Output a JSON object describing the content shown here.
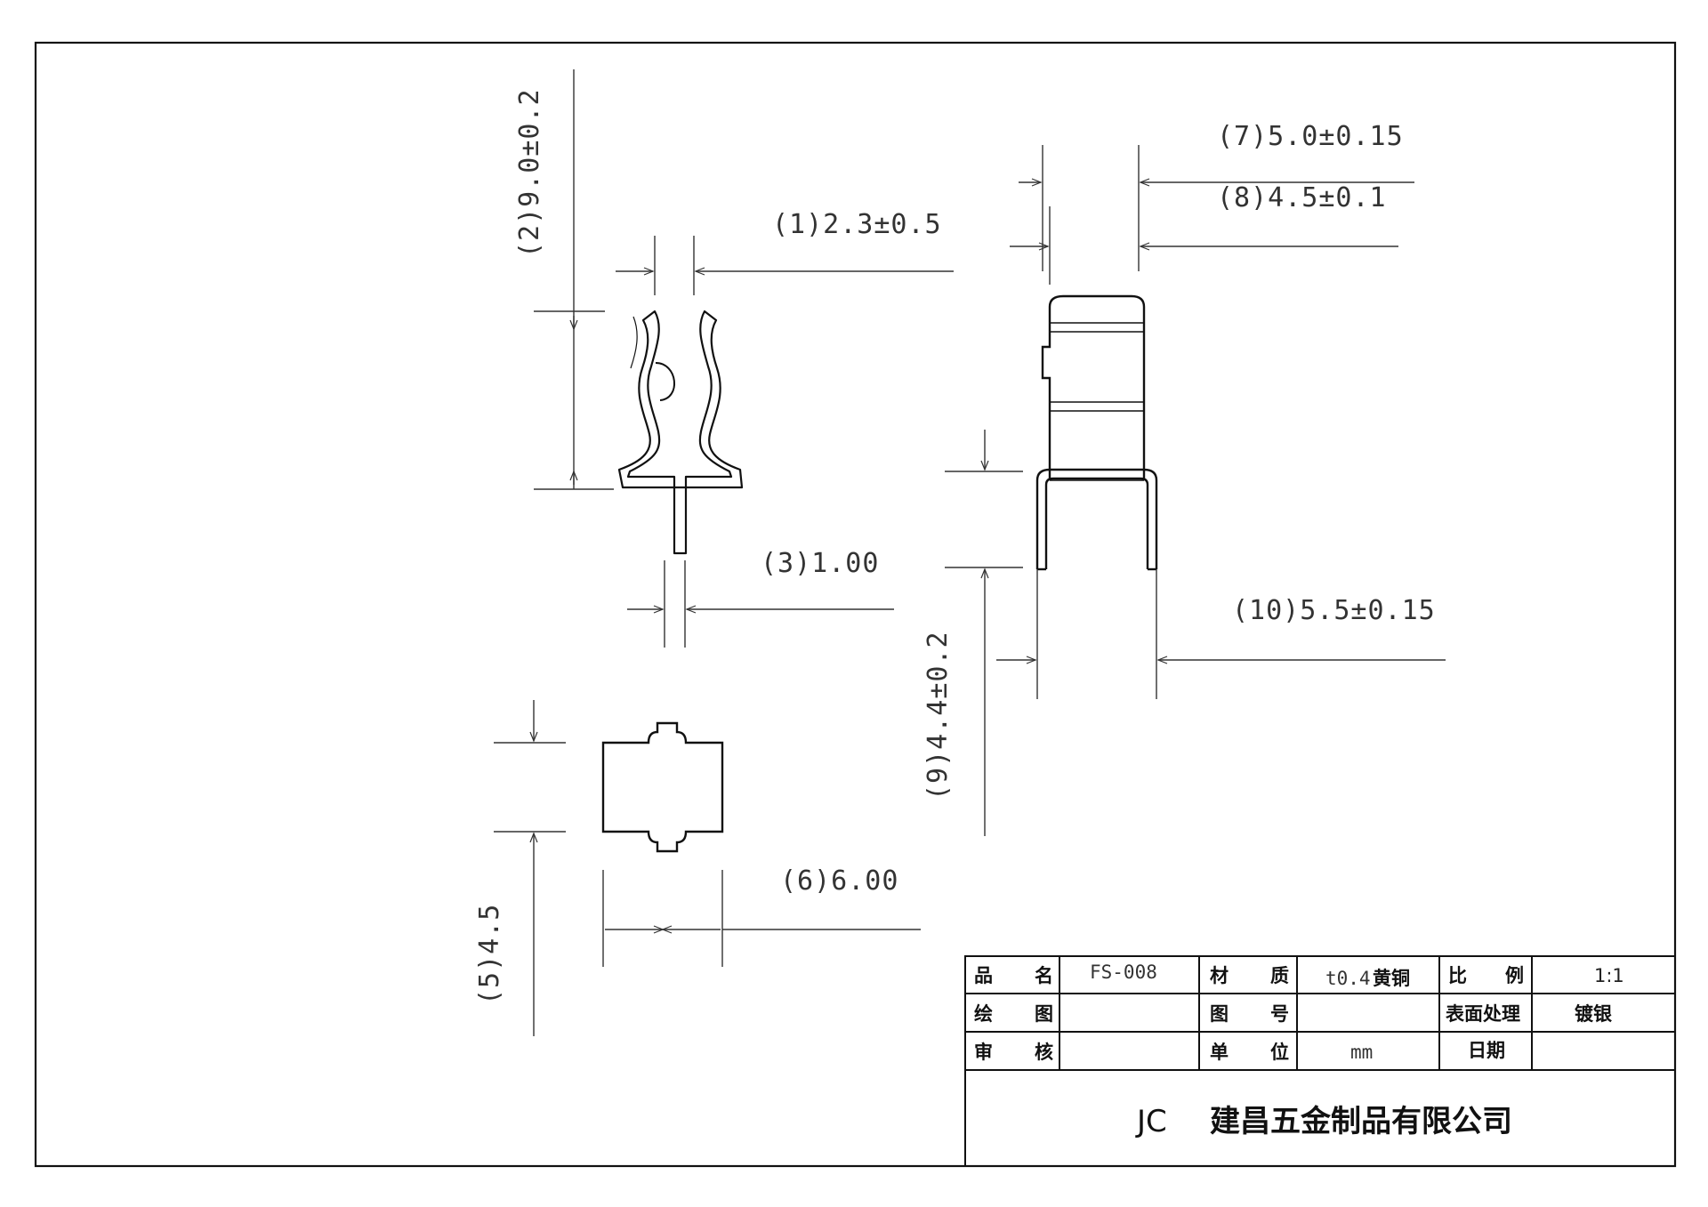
{
  "dimensions": {
    "d1": "(1)2.3±0.5",
    "d2": "(2)9.0±0.2",
    "d3": "(3)1.00",
    "d5": "(5)4.5",
    "d6": "(6)6.00",
    "d7": "(7)5.0±0.15",
    "d8": "(8)4.5±0.1",
    "d9": "(9)4.4±0.2",
    "d10": "(10)5.5±0.15"
  },
  "title_block": {
    "product_name_label": [
      "品",
      "名"
    ],
    "product_name_value": "FS-008",
    "material_label": [
      "材",
      "质"
    ],
    "material_value_thickness": "t0.4",
    "material_value_name": "黄铜",
    "scale_label": [
      "比",
      "例"
    ],
    "scale_value": "1:1",
    "drawn_label": [
      "绘",
      "图"
    ],
    "drawing_no_label": [
      "图",
      "号"
    ],
    "surface_treatment_label": "表面处理",
    "surface_treatment_value": "镀银",
    "review_label": [
      "审",
      "核"
    ],
    "unit_label": [
      "单",
      "位"
    ],
    "unit_value": "mm",
    "date_label": "日期",
    "company_abbr": "JC",
    "company_name": "建昌五金制品有限公司"
  }
}
